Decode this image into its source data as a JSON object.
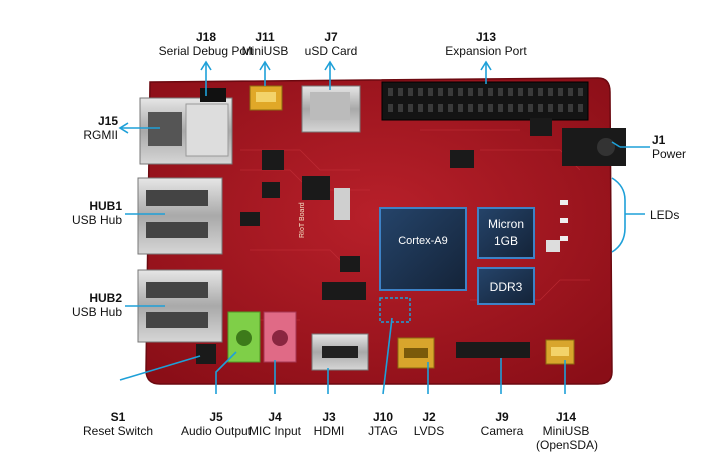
{
  "colors": {
    "board": "#a3121c",
    "board_dark": "#7d0c14",
    "callout": "#1ea0d8",
    "chip": "#1c2f49",
    "chip_edge": "#2f6fb0",
    "silver": "#c8c8c8",
    "gold": "#d8a52c",
    "green_jack": "#7fcf48",
    "pink_jack": "#e06a86"
  },
  "chips": {
    "cpu": "Cortex-A9",
    "mem_brand": "Micron",
    "mem_size": "1GB",
    "mem_type": "DDR3",
    "board_logo": "RIoT Board"
  },
  "labels": {
    "j18": {
      "id": "J18",
      "name": "Serial Debug Port"
    },
    "j11": {
      "id": "J11",
      "name": "MiniUSB"
    },
    "j7": {
      "id": "J7",
      "name": "uSD Card"
    },
    "j13": {
      "id": "J13",
      "name": "Expansion Port"
    },
    "j15": {
      "id": "J15",
      "name": "RGMII"
    },
    "j1": {
      "id": "J1",
      "name": "Power"
    },
    "hub1": {
      "id": "HUB1",
      "name": "USB Hub"
    },
    "leds": {
      "id": "",
      "name": "LEDs"
    },
    "hub2": {
      "id": "HUB2",
      "name": "USB Hub"
    },
    "s1": {
      "id": "S1",
      "name": "Reset Switch"
    },
    "j5": {
      "id": "J5",
      "name": "Audio Output"
    },
    "j4": {
      "id": "J4",
      "name": "MIC Input"
    },
    "j3": {
      "id": "J3",
      "name": "HDMI"
    },
    "j10": {
      "id": "J10",
      "name": "JTAG"
    },
    "j2": {
      "id": "J2",
      "name": "LVDS"
    },
    "j9": {
      "id": "J9",
      "name": "Camera"
    },
    "j14": {
      "id": "J14",
      "name": "MiniUSB",
      "name2": "(OpenSDA)"
    }
  }
}
